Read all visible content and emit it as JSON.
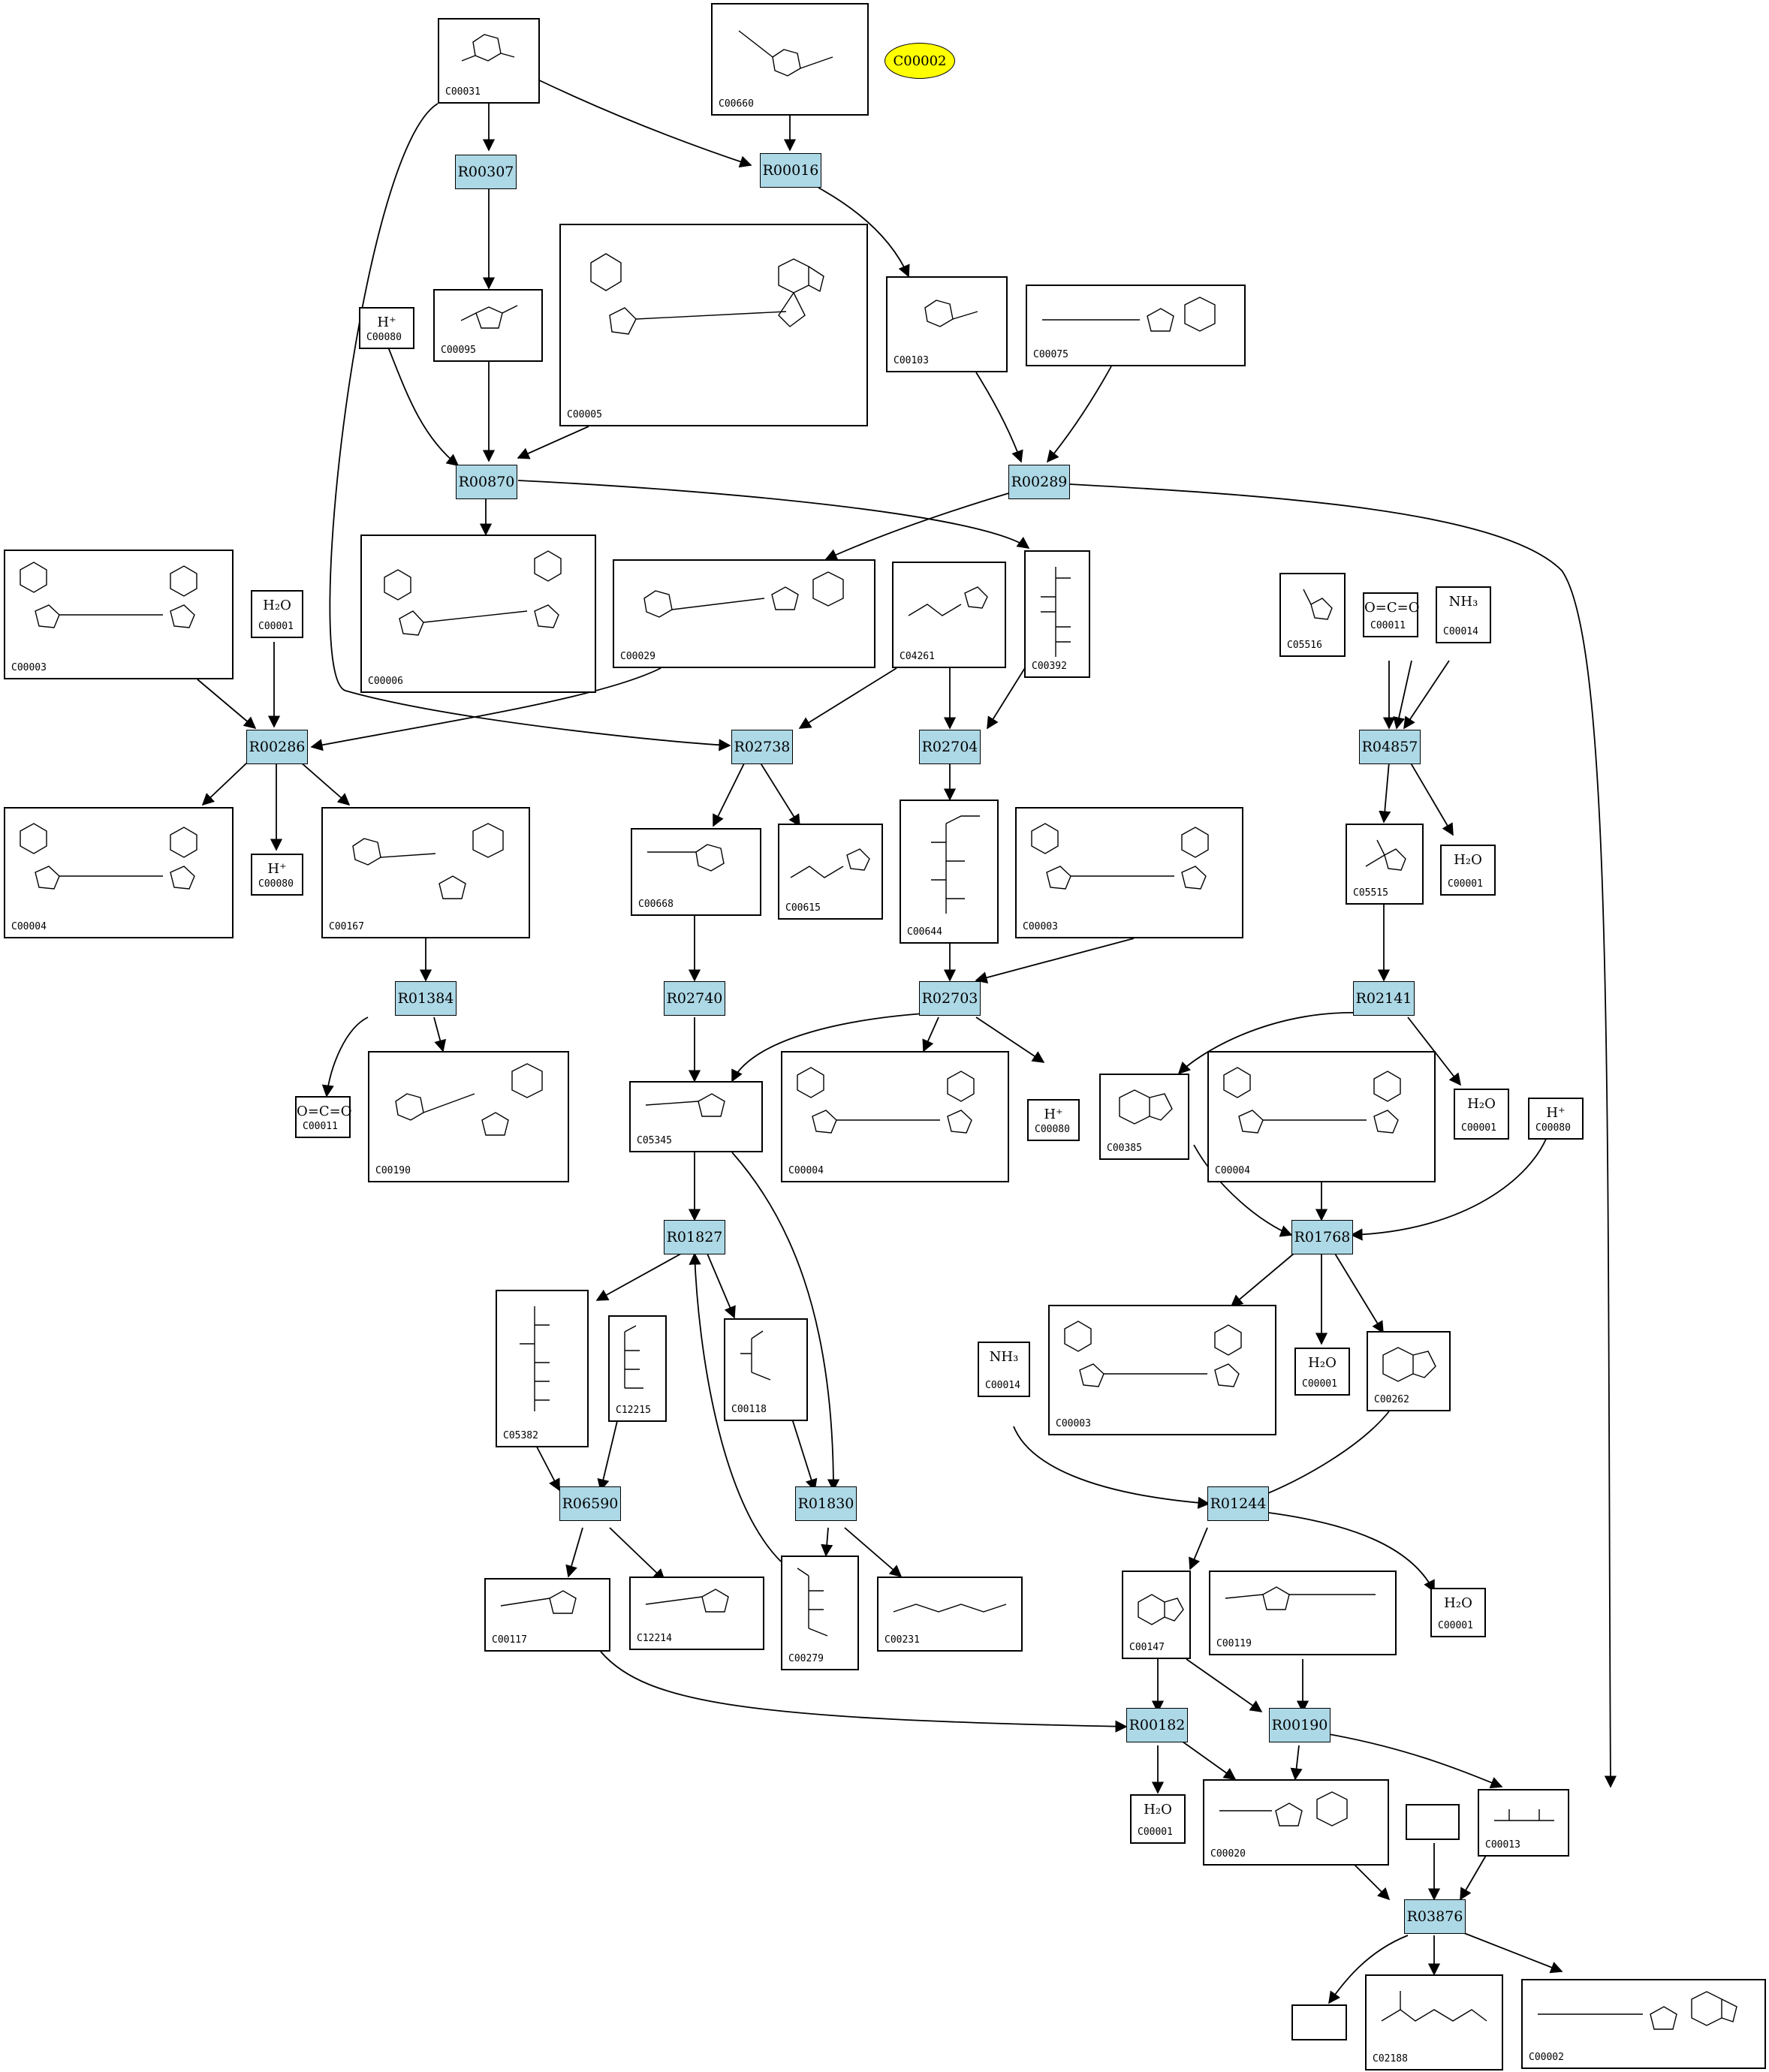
{
  "colors": {
    "reaction_fill": "#add8e6",
    "highlight_fill": "#ffff00",
    "edge": "#000000",
    "compound_border": "#000000"
  },
  "highlight": {
    "label": "C00002"
  },
  "reactions": {
    "R00307": "R00307",
    "R00016": "R00016",
    "R00870": "R00870",
    "R00289": "R00289",
    "R00286": "R00286",
    "R02738": "R02738",
    "R02704": "R02704",
    "R04857": "R04857",
    "R01384": "R01384",
    "R02740": "R02740",
    "R02703": "R02703",
    "R02141": "R02141",
    "R01768": "R01768",
    "R01827": "R01827",
    "R06590": "R06590",
    "R01830": "R01830",
    "R01244": "R01244",
    "R00182": "R00182",
    "R00190": "R00190",
    "R03876": "R03876"
  },
  "compounds": {
    "c00031": {
      "id": "C00031"
    },
    "c00660": {
      "id": "C00660"
    },
    "c00080a": {
      "id": "C00080",
      "formula": "H⁺"
    },
    "c00095": {
      "id": "C00095"
    },
    "c00005": {
      "id": "C00005"
    },
    "c00103": {
      "id": "C00103"
    },
    "c00075": {
      "id": "C00075"
    },
    "c00003a": {
      "id": "C00003"
    },
    "c00001a": {
      "id": "C00001",
      "formula": "H₂O"
    },
    "c00006": {
      "id": "C00006"
    },
    "c00029": {
      "id": "C00029"
    },
    "c04261": {
      "id": "C04261"
    },
    "c00392": {
      "id": "C00392"
    },
    "c05516": {
      "id": "C05516"
    },
    "c00011a": {
      "id": "C00011",
      "formula": "O=C=O"
    },
    "c00014a": {
      "id": "C00014",
      "formula": "NH₃"
    },
    "c00004a": {
      "id": "C00004"
    },
    "c00080b": {
      "id": "C00080",
      "formula": "H⁺"
    },
    "c00167": {
      "id": "C00167"
    },
    "c00668": {
      "id": "C00668"
    },
    "c00615": {
      "id": "C00615"
    },
    "c00644": {
      "id": "C00644"
    },
    "c00003b": {
      "id": "C00003"
    },
    "c05515": {
      "id": "C05515"
    },
    "c00001b": {
      "id": "C00001",
      "formula": "H₂O"
    },
    "c00011b": {
      "id": "C00011",
      "formula": "O=C=O"
    },
    "c00190": {
      "id": "C00190"
    },
    "c05345": {
      "id": "C05345"
    },
    "c00004b": {
      "id": "C00004"
    },
    "c00080c": {
      "id": "C00080",
      "formula": "H⁺"
    },
    "c00385": {
      "id": "C00385"
    },
    "c00004c": {
      "id": "C00004"
    },
    "c00001c": {
      "id": "C00001",
      "formula": "H₂O"
    },
    "c00080d": {
      "id": "C00080",
      "formula": "H⁺"
    },
    "c05382": {
      "id": "C05382"
    },
    "c12215": {
      "id": "C12215"
    },
    "c00118": {
      "id": "C00118"
    },
    "c00003c": {
      "id": "C00003"
    },
    "c00001d": {
      "id": "C00001",
      "formula": "H₂O"
    },
    "c00262": {
      "id": "C00262"
    },
    "c00014b": {
      "id": "C00014",
      "formula": "NH₃"
    },
    "c00117": {
      "id": "C00117"
    },
    "c12214": {
      "id": "C12214"
    },
    "c00279": {
      "id": "C00279"
    },
    "c00231": {
      "id": "C00231"
    },
    "c00147": {
      "id": "C00147"
    },
    "c00119": {
      "id": "C00119"
    },
    "c00001e": {
      "id": "C00001",
      "formula": "H₂O"
    },
    "c00001f": {
      "id": "C00001",
      "formula": "H₂O"
    },
    "c00020": {
      "id": "C00020"
    },
    "c00013": {
      "id": "C00013"
    },
    "c02188": {
      "id": "C02188"
    },
    "c00002": {
      "id": "C00002"
    }
  }
}
